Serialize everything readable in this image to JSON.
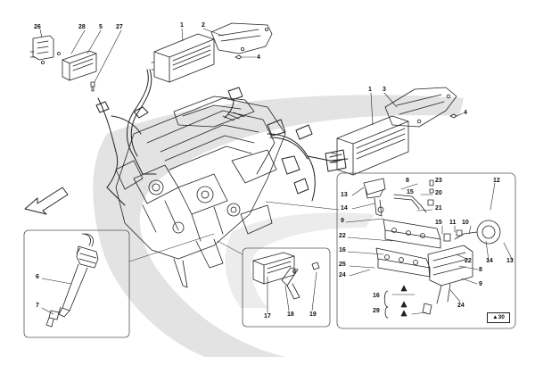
{
  "callouts": {
    "c26": "26",
    "c28": "28",
    "c5": "5",
    "c27": "27",
    "c1a": "1",
    "c2": "2",
    "c4a": "4",
    "c1b": "1",
    "c3": "3",
    "c4b": "4",
    "c6": "6",
    "c7": "7",
    "c13a": "13",
    "c8": "8",
    "c23": "23",
    "c14a": "14",
    "c15a": "15",
    "c20": "20",
    "c21": "21",
    "c9a": "9",
    "c22a": "22",
    "c16a": "16",
    "c25": "25",
    "c24a": "24",
    "c15b": "15",
    "c11": "11",
    "c10": "10",
    "c12": "12",
    "c22b": "22",
    "c14b": "14",
    "c13b": "13",
    "c8b": "8",
    "c9b": "9",
    "c16b": "16",
    "c24b": "24",
    "c29": "29",
    "c17": "17",
    "c18": "18",
    "c19": "19"
  },
  "note": {
    "symbol": "▲",
    "value": "30"
  },
  "colors": {
    "line": "#222222",
    "swoosh": "#e2e2e2",
    "box": "#555555"
  },
  "icons": {
    "arrow": "direction-arrow-icon",
    "triangle": "triangle-marker-icon"
  }
}
